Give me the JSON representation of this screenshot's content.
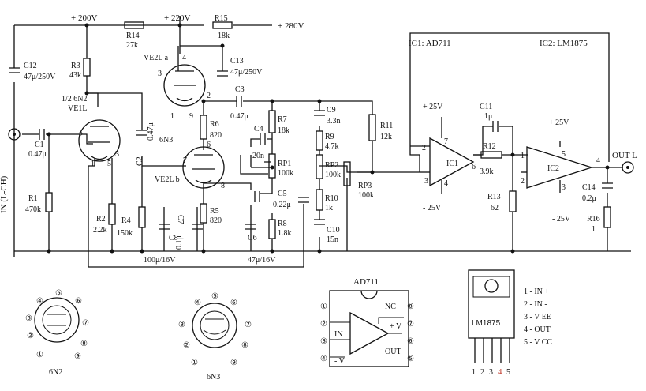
{
  "rails": {
    "v200": "+ 200V",
    "v220": "+ 220V",
    "v280": "+ 280V"
  },
  "resistors": {
    "r14": {
      "name": "R14",
      "value": "27k"
    },
    "r15": {
      "name": "R15",
      "value": "18k"
    },
    "r3": {
      "name": "R3",
      "value": "43k"
    },
    "r1": {
      "name": "R1",
      "value": "470k"
    },
    "r2": {
      "name": "R2",
      "value": "2.2k"
    },
    "r4": {
      "name": "R4",
      "value": "150k"
    },
    "r6": {
      "name": "R6",
      "value": "820"
    },
    "r5": {
      "name": "R5",
      "value": "820"
    },
    "r7": {
      "name": "R7",
      "value": "18k"
    },
    "r8": {
      "name": "R8",
      "value": "1.8k"
    },
    "r9": {
      "name": "R9",
      "value": "4.7k"
    },
    "r10": {
      "name": "R10",
      "value": "1k"
    },
    "r11": {
      "name": "R11",
      "value": "12k"
    },
    "r12": {
      "name": "R12",
      "value": "3.9k"
    },
    "r13": {
      "name": "R13",
      "value": "62"
    },
    "r16": {
      "name": "R16",
      "value": "1"
    },
    "rp1": {
      "name": "RP1",
      "value": "100k"
    },
    "rp2": {
      "name": "RP2",
      "value": "100k"
    },
    "rp3": {
      "name": "RP3",
      "value": "100k"
    }
  },
  "capacitors": {
    "c12": {
      "name": "C12",
      "value": "47μ/250V"
    },
    "c13": {
      "name": "C13",
      "value": "47μ/250V"
    },
    "c1": {
      "name": "C1",
      "value": "0.47μ"
    },
    "c2": {
      "name": "C2",
      "value": "0.47μ"
    },
    "c3": {
      "name": "C3",
      "value": "0.47μ"
    },
    "c4": {
      "name": "C4",
      "value": "20n"
    },
    "c5": {
      "name": "C5",
      "value": "0.22μ"
    },
    "c6": {
      "name": "C6"
    },
    "c7": {
      "name": "C7",
      "value": "0.1μ"
    },
    "c8": {
      "name": "C8"
    },
    "c9": {
      "name": "C9",
      "value": "3.3n"
    },
    "c10": {
      "name": "C10",
      "value": "15n"
    },
    "c11": {
      "name": "C11",
      "value": "1μ"
    },
    "c14": {
      "name": "C14",
      "value": "0.2μ"
    },
    "c8_rating": "100μ/16V",
    "c6_rating": "47μ/16V"
  },
  "tubes": {
    "ve1l": {
      "name": "1/2 6N2",
      "sub": "VE1L"
    },
    "ve2la": {
      "name": "VE2L a",
      "type": "6N3"
    },
    "ve2lb": {
      "name": "VE2L b"
    }
  },
  "ics": {
    "ic1": {
      "name": "IC1",
      "title": "IC1: AD711"
    },
    "ic2": {
      "name": "IC2",
      "title": "IC2: LM1875"
    },
    "pos25": "+ 25V",
    "neg25": "- 25V"
  },
  "io": {
    "input": "IN (L-CH)",
    "output": "OUT L"
  },
  "pinout": {
    "n2": "6N2",
    "n3": "6N3",
    "ad711": {
      "title": "AD711",
      "nc": "NC",
      "in": "IN",
      "out": "OUT",
      "pv": "+ V",
      "mv": "- V"
    },
    "lm1875": {
      "label": "LM1875",
      "pins": [
        "1 - IN +",
        "2 - IN -",
        "3 - V EE",
        "4 - OUT",
        "5 - V CC"
      ]
    }
  }
}
